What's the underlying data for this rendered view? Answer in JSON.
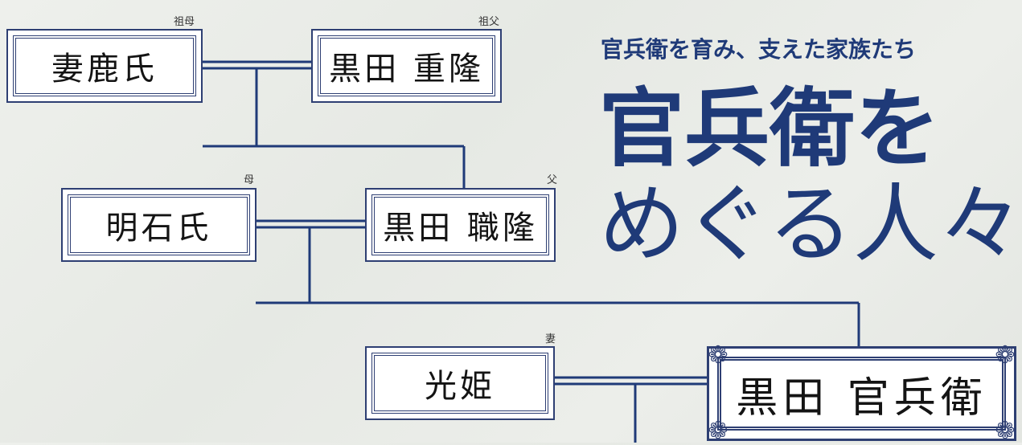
{
  "heading": {
    "subtitle": "官兵衛を育み、支えた家族たち",
    "title_line1": "官兵衛を",
    "title_line2": "めぐる人々"
  },
  "people": {
    "grandmother": {
      "role": "祖母",
      "name": "妻鹿氏"
    },
    "grandfather": {
      "role": "祖父",
      "name": "黒田 重隆"
    },
    "mother": {
      "role": "母",
      "name": "明石氏"
    },
    "father": {
      "role": "父",
      "name": "黒田 職隆"
    },
    "wife": {
      "role": "妻",
      "name": "光姫"
    },
    "kanbei": {
      "name": "黒田 官兵衛"
    }
  },
  "colors": {
    "line": "#1f3a78",
    "accent": "#1f3a78",
    "frame": "#2e3f73"
  },
  "decor": {
    "corner_icon": "❁"
  }
}
